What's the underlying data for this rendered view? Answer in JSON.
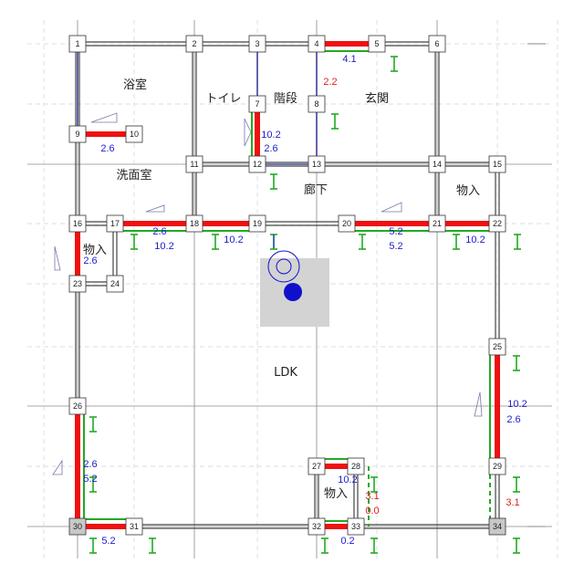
{
  "colors": {
    "grid": "#d2d2d2",
    "axis": "#8a8a8a",
    "wall": "#444444",
    "red": "#ee1111",
    "green": "#22aa22",
    "blue_line": "#22228a",
    "blue_text": "#2020cc",
    "red_text": "#dd2222",
    "marker": "#d3d3d3",
    "marker_dot": "#1010cc"
  },
  "nodes": [
    {
      "id": "1",
      "corner": false
    },
    {
      "id": "2",
      "corner": false
    },
    {
      "id": "3",
      "corner": false
    },
    {
      "id": "4",
      "corner": false
    },
    {
      "id": "5",
      "corner": false
    },
    {
      "id": "6",
      "corner": false
    },
    {
      "id": "7",
      "corner": false
    },
    {
      "id": "8",
      "corner": false
    },
    {
      "id": "9",
      "corner": false
    },
    {
      "id": "10",
      "corner": false
    },
    {
      "id": "11",
      "corner": false
    },
    {
      "id": "12",
      "corner": false
    },
    {
      "id": "13",
      "corner": false
    },
    {
      "id": "14",
      "corner": false
    },
    {
      "id": "15",
      "corner": false
    },
    {
      "id": "16",
      "corner": false
    },
    {
      "id": "17",
      "corner": false
    },
    {
      "id": "18",
      "corner": false
    },
    {
      "id": "19",
      "corner": false
    },
    {
      "id": "20",
      "corner": false
    },
    {
      "id": "21",
      "corner": false
    },
    {
      "id": "22",
      "corner": false
    },
    {
      "id": "23",
      "corner": false
    },
    {
      "id": "24",
      "corner": false
    },
    {
      "id": "25",
      "corner": false
    },
    {
      "id": "26",
      "corner": false
    },
    {
      "id": "27",
      "corner": false
    },
    {
      "id": "28",
      "corner": false
    },
    {
      "id": "29",
      "corner": false
    },
    {
      "id": "30",
      "corner": true
    },
    {
      "id": "31",
      "corner": false
    },
    {
      "id": "32",
      "corner": false
    },
    {
      "id": "33",
      "corner": false
    },
    {
      "id": "34",
      "corner": true
    }
  ],
  "rooms": {
    "bath": "浴室",
    "toilet": "トイレ",
    "stairs": "階段",
    "entrance": "玄関",
    "washroom": "洗面室",
    "hallway": "廊下",
    "storage_right": "物入",
    "storage_left": "物入",
    "ldk": "LDK",
    "storage_bottom": "物入"
  },
  "wall_labels": [
    {
      "key": "n4_5",
      "text": "4.1",
      "color": "blue"
    },
    {
      "key": "n4_8",
      "text": "2.2",
      "color": "red"
    },
    {
      "key": "n9_10",
      "text": "2.6",
      "color": "blue"
    },
    {
      "key": "n7_12_a",
      "text": "10.2",
      "color": "blue"
    },
    {
      "key": "n7_12_b",
      "text": "2.6",
      "color": "blue"
    },
    {
      "key": "n17_18_a",
      "text": "2.6",
      "color": "blue"
    },
    {
      "key": "n17_18_b",
      "text": "10.2",
      "color": "blue"
    },
    {
      "key": "n18_19",
      "text": "10.2",
      "color": "blue"
    },
    {
      "key": "n20_21_a",
      "text": "5.2",
      "color": "blue"
    },
    {
      "key": "n20_21_b",
      "text": "5.2",
      "color": "blue"
    },
    {
      "key": "n21_22",
      "text": "10.2",
      "color": "blue"
    },
    {
      "key": "n16_23",
      "text": "2.6",
      "color": "blue"
    },
    {
      "key": "n25_29_a",
      "text": "10.2",
      "color": "blue"
    },
    {
      "key": "n25_29_b",
      "text": "2.6",
      "color": "blue"
    },
    {
      "key": "n29_34",
      "text": "3.1",
      "color": "red"
    },
    {
      "key": "n26_30_a",
      "text": "2.6",
      "color": "blue"
    },
    {
      "key": "n26_30_b",
      "text": "5.2",
      "color": "blue"
    },
    {
      "key": "n30_31",
      "text": "5.2",
      "color": "blue"
    },
    {
      "key": "n27_28",
      "text": "10.2",
      "color": "blue"
    },
    {
      "key": "n28_33_a",
      "text": "3.1",
      "color": "red"
    },
    {
      "key": "n28_33_b",
      "text": "0.0",
      "color": "red"
    },
    {
      "key": "n32_33",
      "text": "0.2",
      "color": "blue"
    }
  ]
}
